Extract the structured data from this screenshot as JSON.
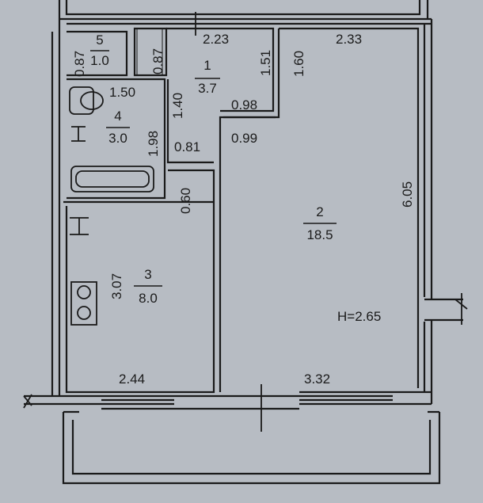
{
  "plan": {
    "ceiling_height": "H=2.65",
    "rooms": [
      {
        "number": "1",
        "area": "3.7"
      },
      {
        "number": "2",
        "area": "18.5"
      },
      {
        "number": "3",
        "area": "8.0"
      },
      {
        "number": "4",
        "area": "3.0"
      },
      {
        "number": "5",
        "area": "1.0"
      }
    ],
    "dimensions": {
      "hall_width": "2.23",
      "hall_depth": "1.51",
      "living_width": "2.33",
      "living_left_height": "1.60",
      "living_height": "6.05",
      "room5_width": "0.87",
      "room5_right": "0.87",
      "bath_width": "1.50",
      "bath_height": "1.98",
      "bath_partition": "1.40",
      "notch_top": "0.98",
      "notch_bottom": "0.99",
      "corridor_width": "0.81",
      "corridor_depth": "0.60",
      "kitchen_height": "3.07",
      "kitchen_width": "2.44",
      "living_bottom": "3.32"
    }
  },
  "colors": {
    "background": "#b7bcc3",
    "walls": "#1a1a1a"
  }
}
